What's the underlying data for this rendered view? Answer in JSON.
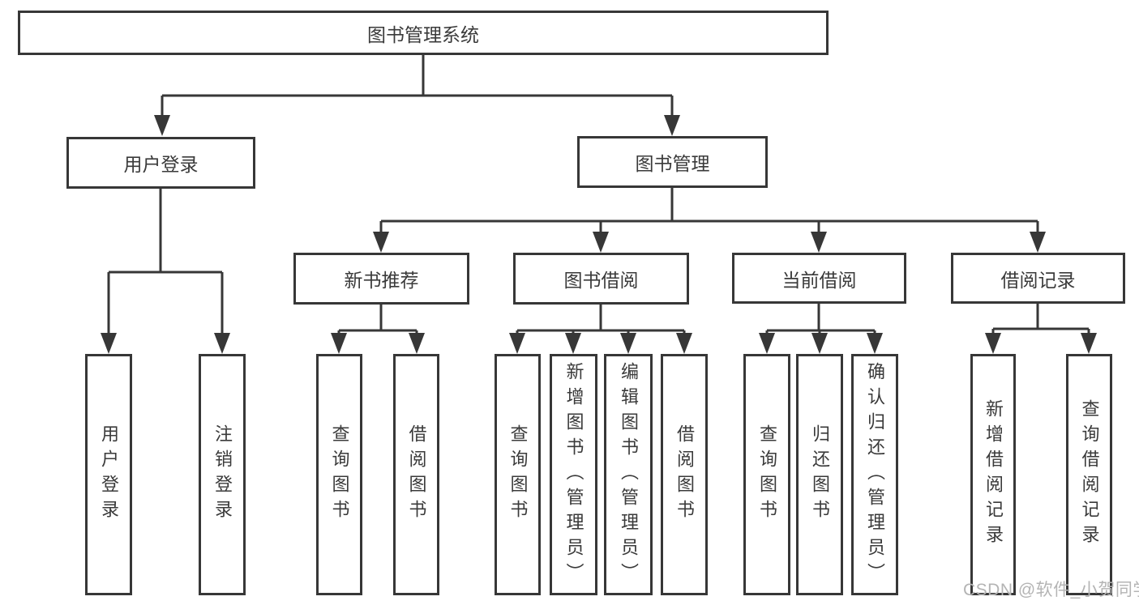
{
  "tree": {
    "root": {
      "label": "图书管理系统"
    },
    "children": [
      {
        "label": "用户登录",
        "children": [
          {
            "label": "用户登录"
          },
          {
            "label": "注销登录"
          }
        ]
      },
      {
        "label": "图书管理",
        "children": [
          {
            "label": "新书推荐",
            "children": [
              {
                "label": "查询图书"
              },
              {
                "label": "借阅图书"
              }
            ]
          },
          {
            "label": "图书借阅",
            "children": [
              {
                "label": "查询图书"
              },
              {
                "label": "新增图书（管理员）"
              },
              {
                "label": "编辑图书（管理员）"
              },
              {
                "label": "借阅图书"
              }
            ]
          },
          {
            "label": "当前借阅",
            "children": [
              {
                "label": "查询图书"
              },
              {
                "label": "归还图书"
              },
              {
                "label": "确认归还（管理员）"
              }
            ]
          },
          {
            "label": "借阅记录",
            "children": [
              {
                "label": "新增借阅记录"
              },
              {
                "label": "查询借阅记录"
              }
            ]
          }
        ]
      }
    ]
  },
  "watermark": {
    "text": "CSDN @软件_小贺同学"
  },
  "colors": {
    "line": "#373737",
    "text": "#3a3a3a",
    "watermark": "#b4b4b4",
    "background": "#ffffff"
  }
}
